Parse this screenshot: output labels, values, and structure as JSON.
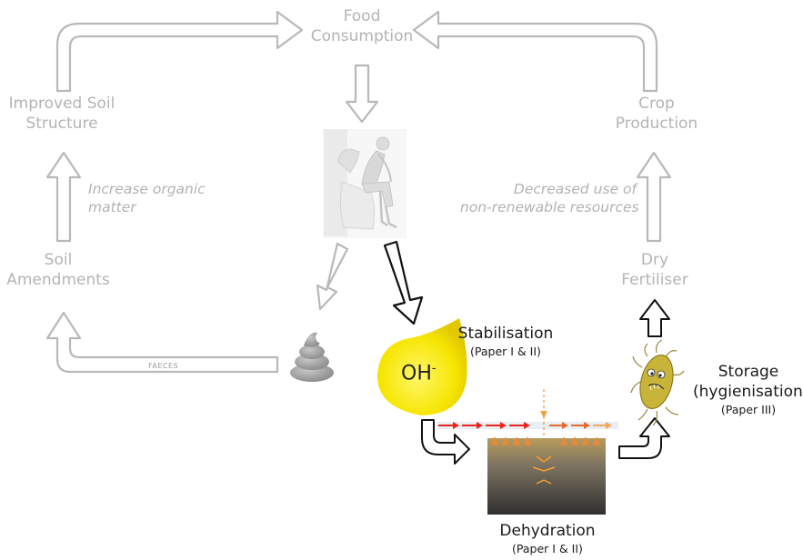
{
  "labels": {
    "food_consumption_1": "Food",
    "food_consumption_2": "Consumption",
    "improved_soil_1": "Improved Soil",
    "improved_soil_2": "Structure",
    "crop_production_1": "Crop",
    "crop_production_2": "Production",
    "increase_organic_1": "Increase organic",
    "increase_organic_2": "matter",
    "decreased_use_1": "Decreased use of",
    "decreased_use_2": "non-renewable resources",
    "soil_amendments_1": "Soil",
    "soil_amendments_2": "Amendments",
    "dry_fertiliser_1": "Dry",
    "dry_fertiliser_2": "Fertiliser",
    "faeces": "FAECES",
    "oh_ion": "OH",
    "oh_charge": "-",
    "stabilisation": "Stabilisation",
    "stabilisation_ref": "(Paper I & II)",
    "storage": "Storage",
    "hygienisation": "(hygienisation)",
    "storage_ref": "(Paper III)",
    "dehydration": "Dehydration",
    "dehydration_ref": "(Paper I & II)"
  },
  "colors": {
    "cycle_arrow": "#b8b8b8",
    "active_arrow": "#111111",
    "urine_drop": "#f5e400",
    "faeces": "#9a9a9a",
    "flow_arrow_red": "#e8261c",
    "flow_arrow_orange": "#f29a2e",
    "dryer_top": "#b89a56",
    "dryer_bottom": "#3a3a3a"
  },
  "icons": [
    "person-on-toilet-icon",
    "faeces-icon",
    "urine-drop-icon",
    "bacterium-icon",
    "dehydration-tank-icon"
  ]
}
